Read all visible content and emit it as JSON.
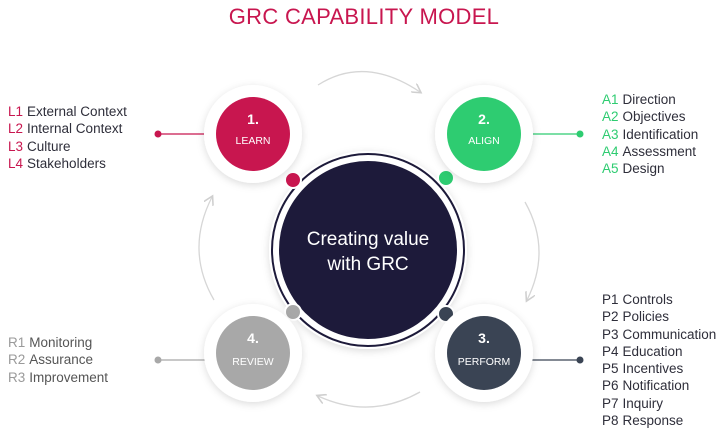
{
  "title": "GRC CAPABILITY MODEL",
  "center": {
    "line1": "Creating value",
    "line2": "with GRC"
  },
  "colors": {
    "learn": "#c8164f",
    "align": "#2ecc71",
    "perform": "#3a4454",
    "review": "#a8a8a8",
    "center": "#1d1a3a"
  },
  "stages": [
    {
      "number": "1.",
      "label": "LEARN"
    },
    {
      "number": "2.",
      "label": "ALIGN"
    },
    {
      "number": "3.",
      "label": "PERFORM"
    },
    {
      "number": "4.",
      "label": "REVIEW"
    }
  ],
  "learn_items": [
    {
      "code": "L1",
      "text": "External Context"
    },
    {
      "code": "L2",
      "text": "Internal Context"
    },
    {
      "code": "L3",
      "text": "Culture"
    },
    {
      "code": "L4",
      "text": "Stakeholders"
    }
  ],
  "align_items": [
    {
      "code": "A1",
      "text": "Direction"
    },
    {
      "code": "A2",
      "text": "Objectives"
    },
    {
      "code": "A3",
      "text": "Identification"
    },
    {
      "code": "A4",
      "text": "Assessment"
    },
    {
      "code": "A5",
      "text": "Design"
    }
  ],
  "perform_items": [
    {
      "code": "P1",
      "text": "Controls"
    },
    {
      "code": "P2",
      "text": "Policies"
    },
    {
      "code": "P3",
      "text": "Communication"
    },
    {
      "code": "P4",
      "text": "Education"
    },
    {
      "code": "P5",
      "text": "Incentives"
    },
    {
      "code": "P6",
      "text": "Notification"
    },
    {
      "code": "P7",
      "text": "Inquiry"
    },
    {
      "code": "P8",
      "text": "Response"
    }
  ],
  "review_items": [
    {
      "code": "R1",
      "text": "Monitoring"
    },
    {
      "code": "R2",
      "text": "Assurance"
    },
    {
      "code": "R3",
      "text": "Improvement"
    }
  ]
}
